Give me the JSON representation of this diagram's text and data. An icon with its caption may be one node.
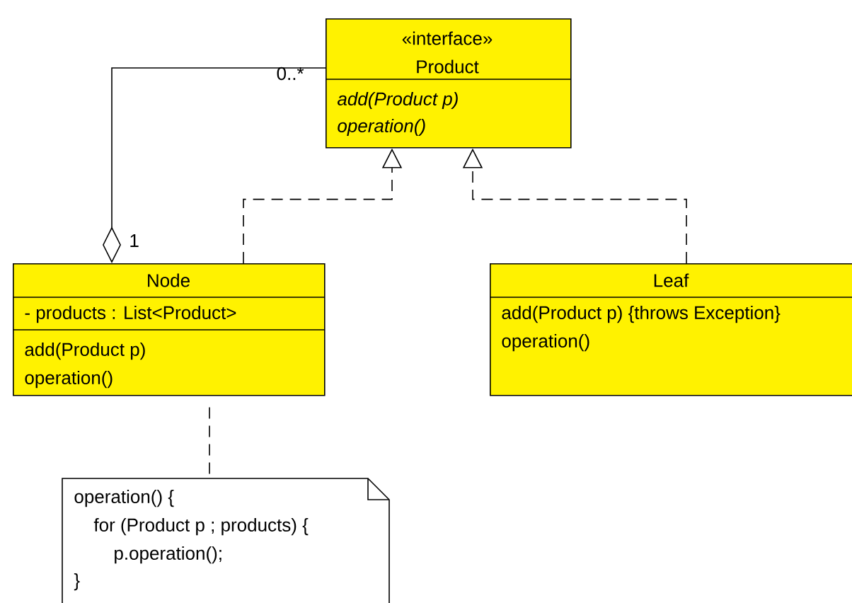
{
  "diagram": {
    "nodes": [
      {
        "text": [
          "«interface»",
          "Product",
          "add(Product p)",
          "operation()"
        ]
      },
      {
        "text": [
          "Node",
          "- products : List<Product>",
          "add(Product p)",
          "operation()"
        ]
      },
      {
        "text": [
          "Leaf",
          "add(Product p) {throws Exception}",
          "operation()"
        ]
      },
      {
        "text": [
          "operation() {",
          "for (Product p ; products) {",
          "p.operation();",
          "}"
        ]
      }
    ],
    "edges": [
      {
        "from": 1,
        "to": 0,
        "arrow": "other"
      },
      {
        "from": 1,
        "to": 0,
        "arrow": "to",
        "style": "dashed"
      },
      {
        "from": 2,
        "to": 0,
        "arrow": "to",
        "style": "dashed"
      },
      {
        "from": 1,
        "to": 3,
        "arrow": "none",
        "style": "dashed"
      }
    ],
    "labels": [
      "0..*",
      "1"
    ]
  }
}
